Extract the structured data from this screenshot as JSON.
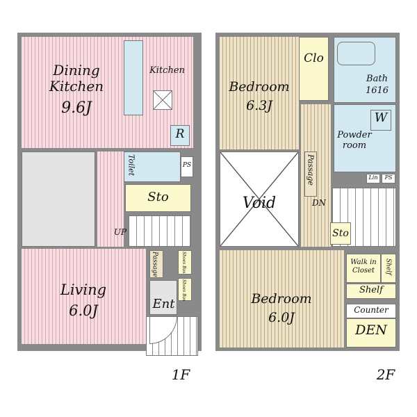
{
  "floor1": {
    "label": "1F",
    "dining_kitchen": "Dining\nKitchen",
    "dining_size": "9.6J",
    "kitchen": "Kitchen",
    "fridge": "R",
    "toilet": "Toilet",
    "ps": "PS",
    "sto": "Sto",
    "up": "UP",
    "living": "Living",
    "living_size": "6.0J",
    "passage": "Passage",
    "shoe_box": "Shoes Box",
    "ent": "Ent"
  },
  "floor2": {
    "label": "2F",
    "bedroom1": "Bedroom",
    "bedroom1_size": "6.3J",
    "clo": "Clo",
    "bath": "Bath",
    "bath_size": "1616",
    "washer": "W",
    "powder": "Powder\nroom",
    "lin": "Lin",
    "ps": "PS",
    "passage": "Passage",
    "void": "Void",
    "dn": "DN",
    "sto": "Sto",
    "bedroom2": "Bedroom",
    "bedroom2_size": "6.0J",
    "walk_in": "Walk in\nCloset",
    "shelf_v": "Shelf",
    "shelf": "Shelf",
    "counter": "Counter",
    "den": "DEN"
  },
  "colors": {
    "pink": "#f7dde2",
    "beige": "#efe3c8",
    "yellow": "#fcf9cf",
    "blue": "#d3e9f2",
    "wall": "#8a8a8a"
  }
}
